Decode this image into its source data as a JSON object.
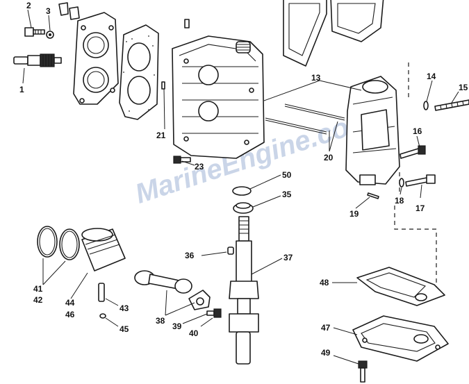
{
  "watermark": {
    "text": "MarineEngine.com",
    "color": "#9fb3d6"
  },
  "callouts": {
    "c1": "1",
    "c2": "2",
    "c3": "3",
    "c13": "13",
    "c14": "14",
    "c15": "15",
    "c16": "16",
    "c17": "17",
    "c18": "18",
    "c19": "19",
    "c20": "20",
    "c21": "21",
    "c23": "23",
    "c35": "35",
    "c36": "36",
    "c37": "37",
    "c38": "38",
    "c39": "39",
    "c40": "40",
    "c41": "41",
    "c42": "42",
    "c43": "43",
    "c44": "44",
    "c45": "45",
    "c46": "46",
    "c47": "47",
    "c48": "48",
    "c49": "49",
    "c50": "50"
  }
}
